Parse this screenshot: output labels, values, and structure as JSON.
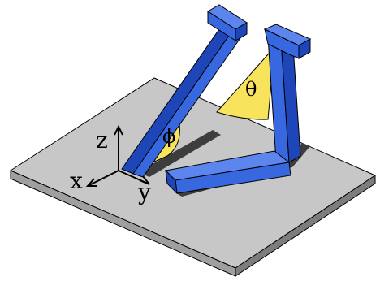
{
  "colors": {
    "plate_top": "#c7c7c7",
    "plate_front": "#9f9f9f",
    "plate_side": "#7d7d7d",
    "shadow": "#3d3d3d",
    "bar_main": "#3868e0",
    "bar_light": "#5c86ee",
    "bar_dark": "#1f46b8",
    "angle_fill": "#f7e45c",
    "outline": "#000000"
  },
  "labels": {
    "theta": "θ",
    "phi": "ϕ",
    "z": "z",
    "x": "x",
    "y": "y"
  }
}
